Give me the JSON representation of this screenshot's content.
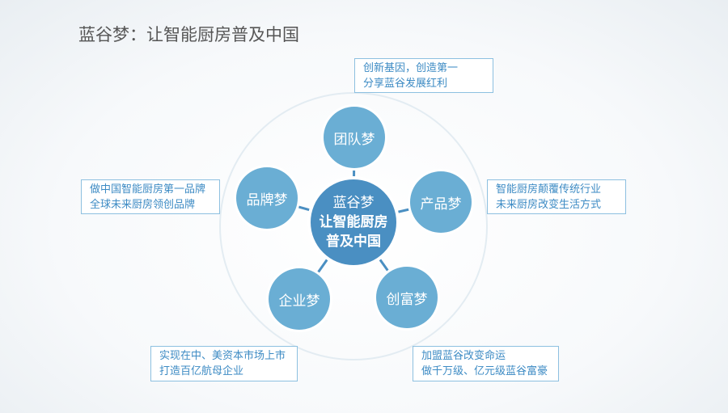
{
  "title": "蓝谷梦：让智能厨房普及中国",
  "center": {
    "line1": "蓝谷梦",
    "line2": "让智能厨房",
    "line3": "普及中国"
  },
  "nodes": {
    "team": "团队梦",
    "product": "产品梦",
    "wealth": "创富梦",
    "enterprise": "企业梦",
    "brand": "品牌梦"
  },
  "boxes": {
    "team": [
      "创新基因，创造第一",
      "分享蓝谷发展红利"
    ],
    "product": [
      "智能厨房颠覆传统行业",
      "未来厨房改变生活方式"
    ],
    "brand": [
      "做中国智能厨房第一品牌",
      "全球未来厨房领创品牌"
    ],
    "enterprise": [
      "实现在中、美资本市场上市",
      "打造百亿航母企业"
    ],
    "wealth": [
      "加盟蓝谷改变命运",
      "做千万级、亿元级蓝谷富豪"
    ]
  }
}
